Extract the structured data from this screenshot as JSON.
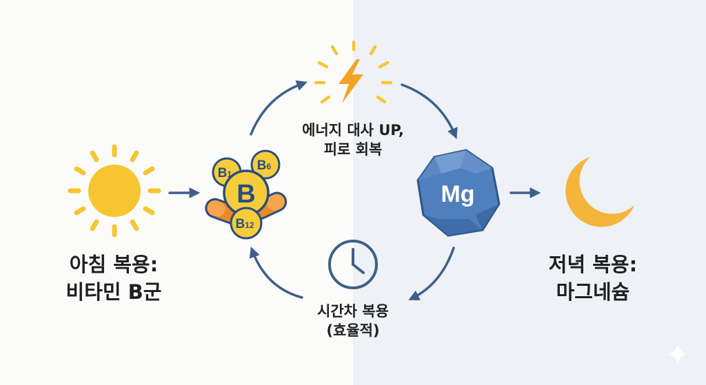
{
  "morning": {
    "line1": "아침 복용:",
    "line2": "비타민 B군"
  },
  "evening": {
    "line1": "저녁 복용:",
    "line2": "마그네슘"
  },
  "energy": {
    "line1": "에너지 대사 UP,",
    "line2": "피로 회복"
  },
  "timing": {
    "line1": "시간차 복용",
    "line2": "(효율적)"
  },
  "vitamin": {
    "main": "B",
    "b1_letter": "B",
    "b1_sub": "1",
    "b6_letter": "B",
    "b6_sub": "6",
    "b12_letter": "B",
    "b12_sub": "12"
  },
  "mineral": {
    "symbol": "Mg"
  },
  "icons": {
    "morning": "sun-icon",
    "evening": "crescent-moon-icon",
    "energy": "lightning-bolt-icon",
    "timing": "clock-icon",
    "vitamin": "vitamin-b-pills-icon",
    "mineral": "magnesium-crystal-icon"
  },
  "colors": {
    "sun": "#f7c531",
    "moon": "#f5b53b",
    "bolt": "#f2a524",
    "arrow": "#3e5f89",
    "vitamin_yellow": "#f7cc3c",
    "capsule_orange": "#e98a2a",
    "crystal_blue": "#4f7fbd",
    "ink": "#1f1f1f"
  }
}
